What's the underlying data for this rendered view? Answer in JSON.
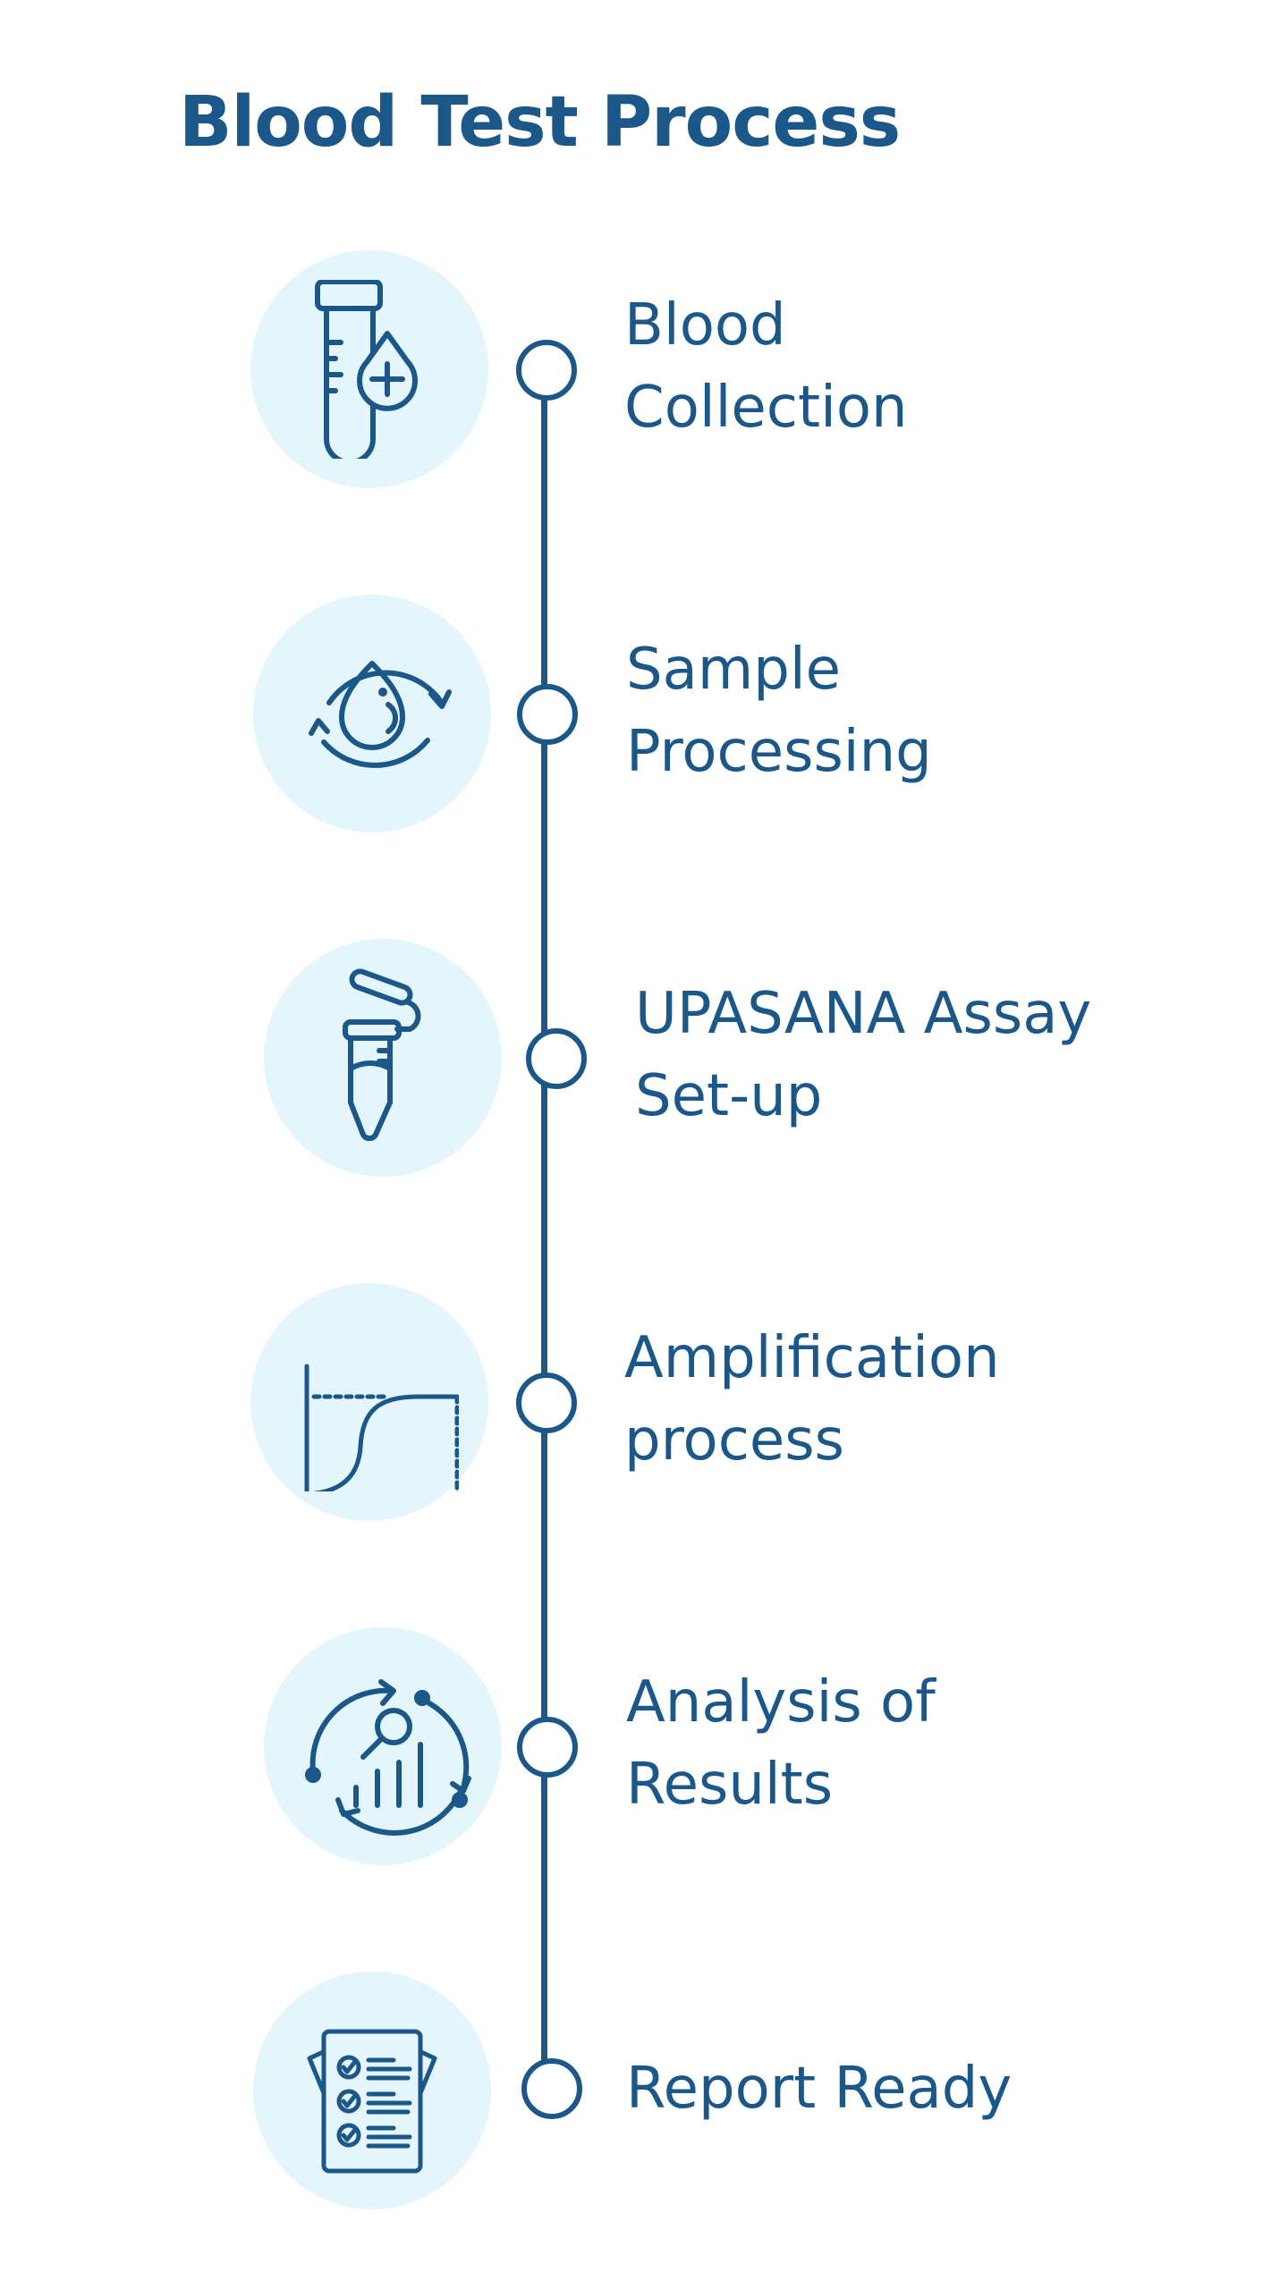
{
  "title": "Blood Test Process",
  "colors": {
    "primary": "#1b5789",
    "icon_bg": "#e4f5fc",
    "background": "#ffffff"
  },
  "steps": [
    {
      "line1": "Blood",
      "line2": "Collection",
      "icon": "test-tube-blood-drop-icon"
    },
    {
      "line1": "Sample",
      "line2": "Processing",
      "icon": "blood-drop-cycle-icon"
    },
    {
      "line1": "UPASANA Assay",
      "line2": "Set-up",
      "icon": "assay-tube-icon"
    },
    {
      "line1": "Amplification",
      "line2": "process",
      "icon": "amplification-curve-icon"
    },
    {
      "line1": "Analysis of",
      "line2": "Results",
      "icon": "analysis-chart-icon"
    },
    {
      "line1": "Report Ready",
      "line2": "",
      "icon": "report-checklist-icon"
    }
  ]
}
